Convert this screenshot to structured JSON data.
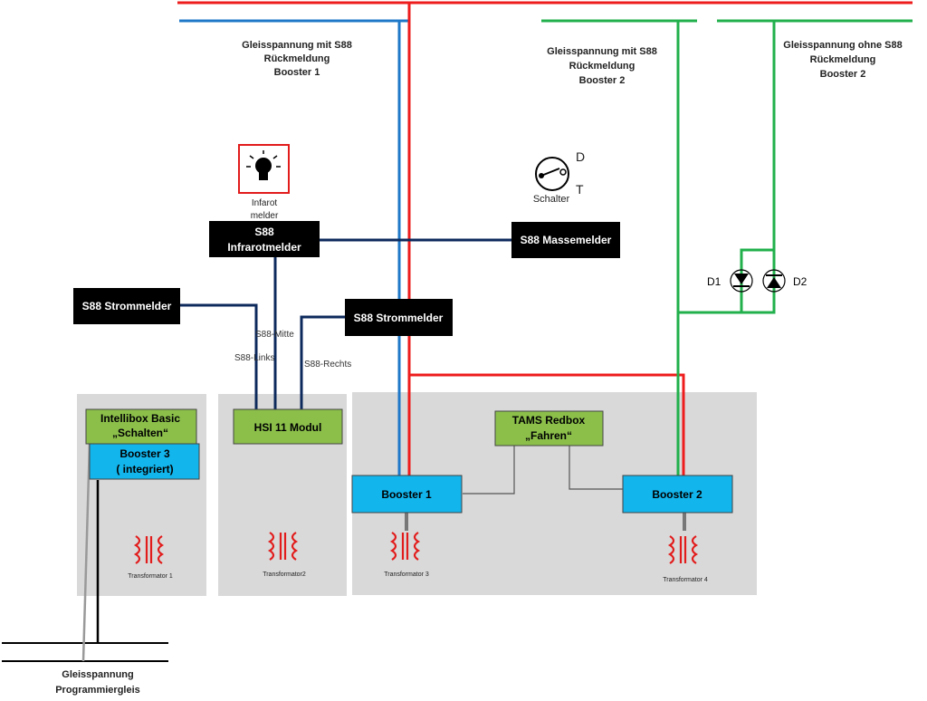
{
  "colors": {
    "red_wire": "#ee1c1c",
    "blue_wire": "#1f78c8",
    "green_wire": "#21b04b",
    "dark_wire": "#0d2a5c",
    "black_box": "#000000",
    "blue_box": "#12b5ec",
    "green_box": "#8bbf4a",
    "gray_panel": "#d9d9d9",
    "transformer": "#e21b1b"
  },
  "track_labels": {
    "booster1": [
      "Gleisspannung mit S88",
      "Rückmeldung",
      "Booster 1"
    ],
    "booster2_s88": [
      "Gleisspannung mit S88",
      "Rückmeldung",
      "Booster 2"
    ],
    "booster2_plain": [
      "Gleisspannung ohne S88",
      "Rückmeldung",
      "Booster 2"
    ],
    "prog": [
      "Gleisspannung",
      "Programmiergleis"
    ]
  },
  "modules": {
    "s88_infrarot": [
      "S88",
      "Infrarotmelder"
    ],
    "s88_masse": "S88 Massemelder",
    "s88_strom_left": "S88 Strommelder",
    "s88_strom_mid": "S88 Strommelder",
    "hsi": "HSI 11 Modul",
    "intellibox": [
      "Intellibox Basic",
      "„Schalten“"
    ],
    "booster3": [
      "Booster 3",
      "( integriert)"
    ],
    "tams": [
      "TAMS Redbox",
      "„Fahren“"
    ],
    "booster1": "Booster 1",
    "booster2": "Booster 2"
  },
  "bus_labels": {
    "mitte": "S88-Mitte",
    "links": "S88-Links",
    "rechts": "S88-Rechts"
  },
  "infrarot_icon_label": [
    "Infarot",
    "melder"
  ],
  "switch": {
    "label": "Schalter",
    "d": "D",
    "t": "T"
  },
  "diodes": {
    "d1": "D1",
    "d2": "D2"
  },
  "transformers": {
    "t1": "Transformator 1",
    "t2": "Transformator2",
    "t3": "Transformator 3",
    "t4": "Transformator 4"
  }
}
